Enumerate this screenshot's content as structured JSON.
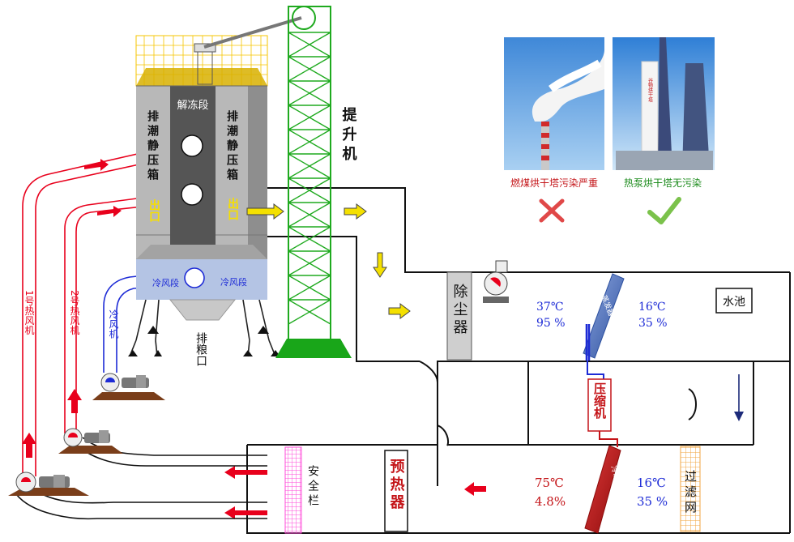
{
  "silo": {
    "left_box": "排潮静压箱",
    "right_box": "排潮静压箱",
    "middle": "解冻段",
    "outlet_left": "出口",
    "outlet_right": "出口",
    "cool_left": "冷风段",
    "cool_right": "冷风段",
    "grain_outlet": "排粮口"
  },
  "elevator_label": "提升机",
  "fans": {
    "hot1": "1号热风机",
    "hot2": "2号热风机",
    "cool": "冷风机"
  },
  "equipment": {
    "dust": "除尘器",
    "evaporator": "蒸发器",
    "compressor": "压缩机",
    "condenser": "冷凝器",
    "preheater": "预热器",
    "filter": "过滤网",
    "pool": "水池",
    "guard": "安全栏"
  },
  "readings": {
    "before_evap_temp": "37℃",
    "before_evap_hum": "95 %",
    "after_evap_temp": "16℃",
    "after_evap_hum": "35 %",
    "after_cond_temp": "75℃",
    "after_cond_hum": "4.8%",
    "before_cond_temp": "16℃",
    "before_cond_hum": "35 %"
  },
  "photos": {
    "coal_caption": "燃煤烘干塔污染严重",
    "heatpump_caption": "热泵烘干塔无污染",
    "tower_sign": "谷物烘干塔"
  },
  "colors": {
    "hot_air": "#e8001c",
    "cool_air": "#1d2bd6",
    "exhaust_arrow": "#f4e000",
    "elevator": "#1faa1f",
    "evaporator": "#4f6fbf",
    "condenser": "#c41418",
    "filter": "#f0a640",
    "guard": "#ff4bd8",
    "outlet_text": "#f6df00"
  }
}
